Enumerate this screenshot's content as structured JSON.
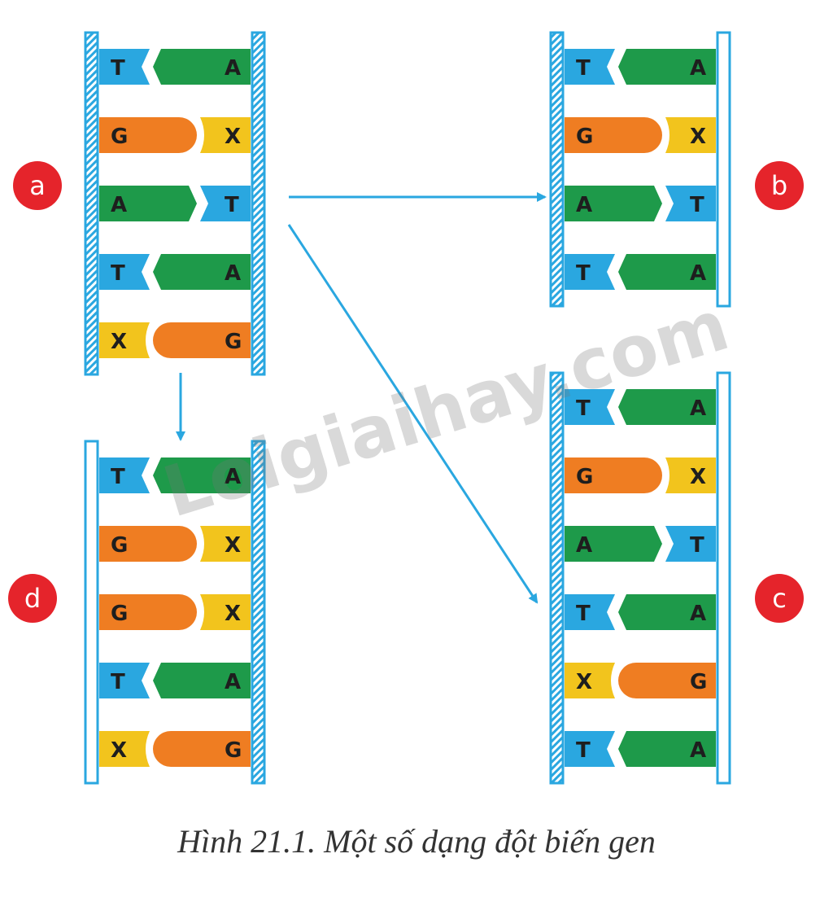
{
  "colors": {
    "strand": "#2aa7e0",
    "T": "#2aa7e0",
    "A": "#1e9a4a",
    "G": "#ef7d22",
    "X": "#f2c41d",
    "arrow": "#2aa7e0",
    "badge": "#e5242b"
  },
  "diagram": {
    "strands": [
      {
        "id": "a",
        "pairs": [
          [
            "T",
            "A"
          ],
          [
            "G",
            "X"
          ],
          [
            "A",
            "T"
          ],
          [
            "T",
            "A"
          ],
          [
            "X",
            "G"
          ]
        ]
      },
      {
        "id": "b",
        "pairs": [
          [
            "T",
            "A"
          ],
          [
            "G",
            "X"
          ],
          [
            "A",
            "T"
          ],
          [
            "T",
            "A"
          ]
        ]
      },
      {
        "id": "c",
        "pairs": [
          [
            "T",
            "A"
          ],
          [
            "G",
            "X"
          ],
          [
            "A",
            "T"
          ],
          [
            "T",
            "A"
          ],
          [
            "X",
            "G"
          ],
          [
            "T",
            "A"
          ]
        ]
      },
      {
        "id": "d",
        "pairs": [
          [
            "T",
            "A"
          ],
          [
            "G",
            "X"
          ],
          [
            "G",
            "X"
          ],
          [
            "T",
            "A"
          ],
          [
            "X",
            "G"
          ]
        ]
      }
    ],
    "arrows": [
      {
        "from": "a",
        "to": "b"
      },
      {
        "from": "a",
        "to": "c"
      },
      {
        "from": "a",
        "to": "d"
      }
    ]
  },
  "caption": "Hình 21.1. Một số dạng đột biến gen",
  "watermark": "Loigiaihay.com"
}
